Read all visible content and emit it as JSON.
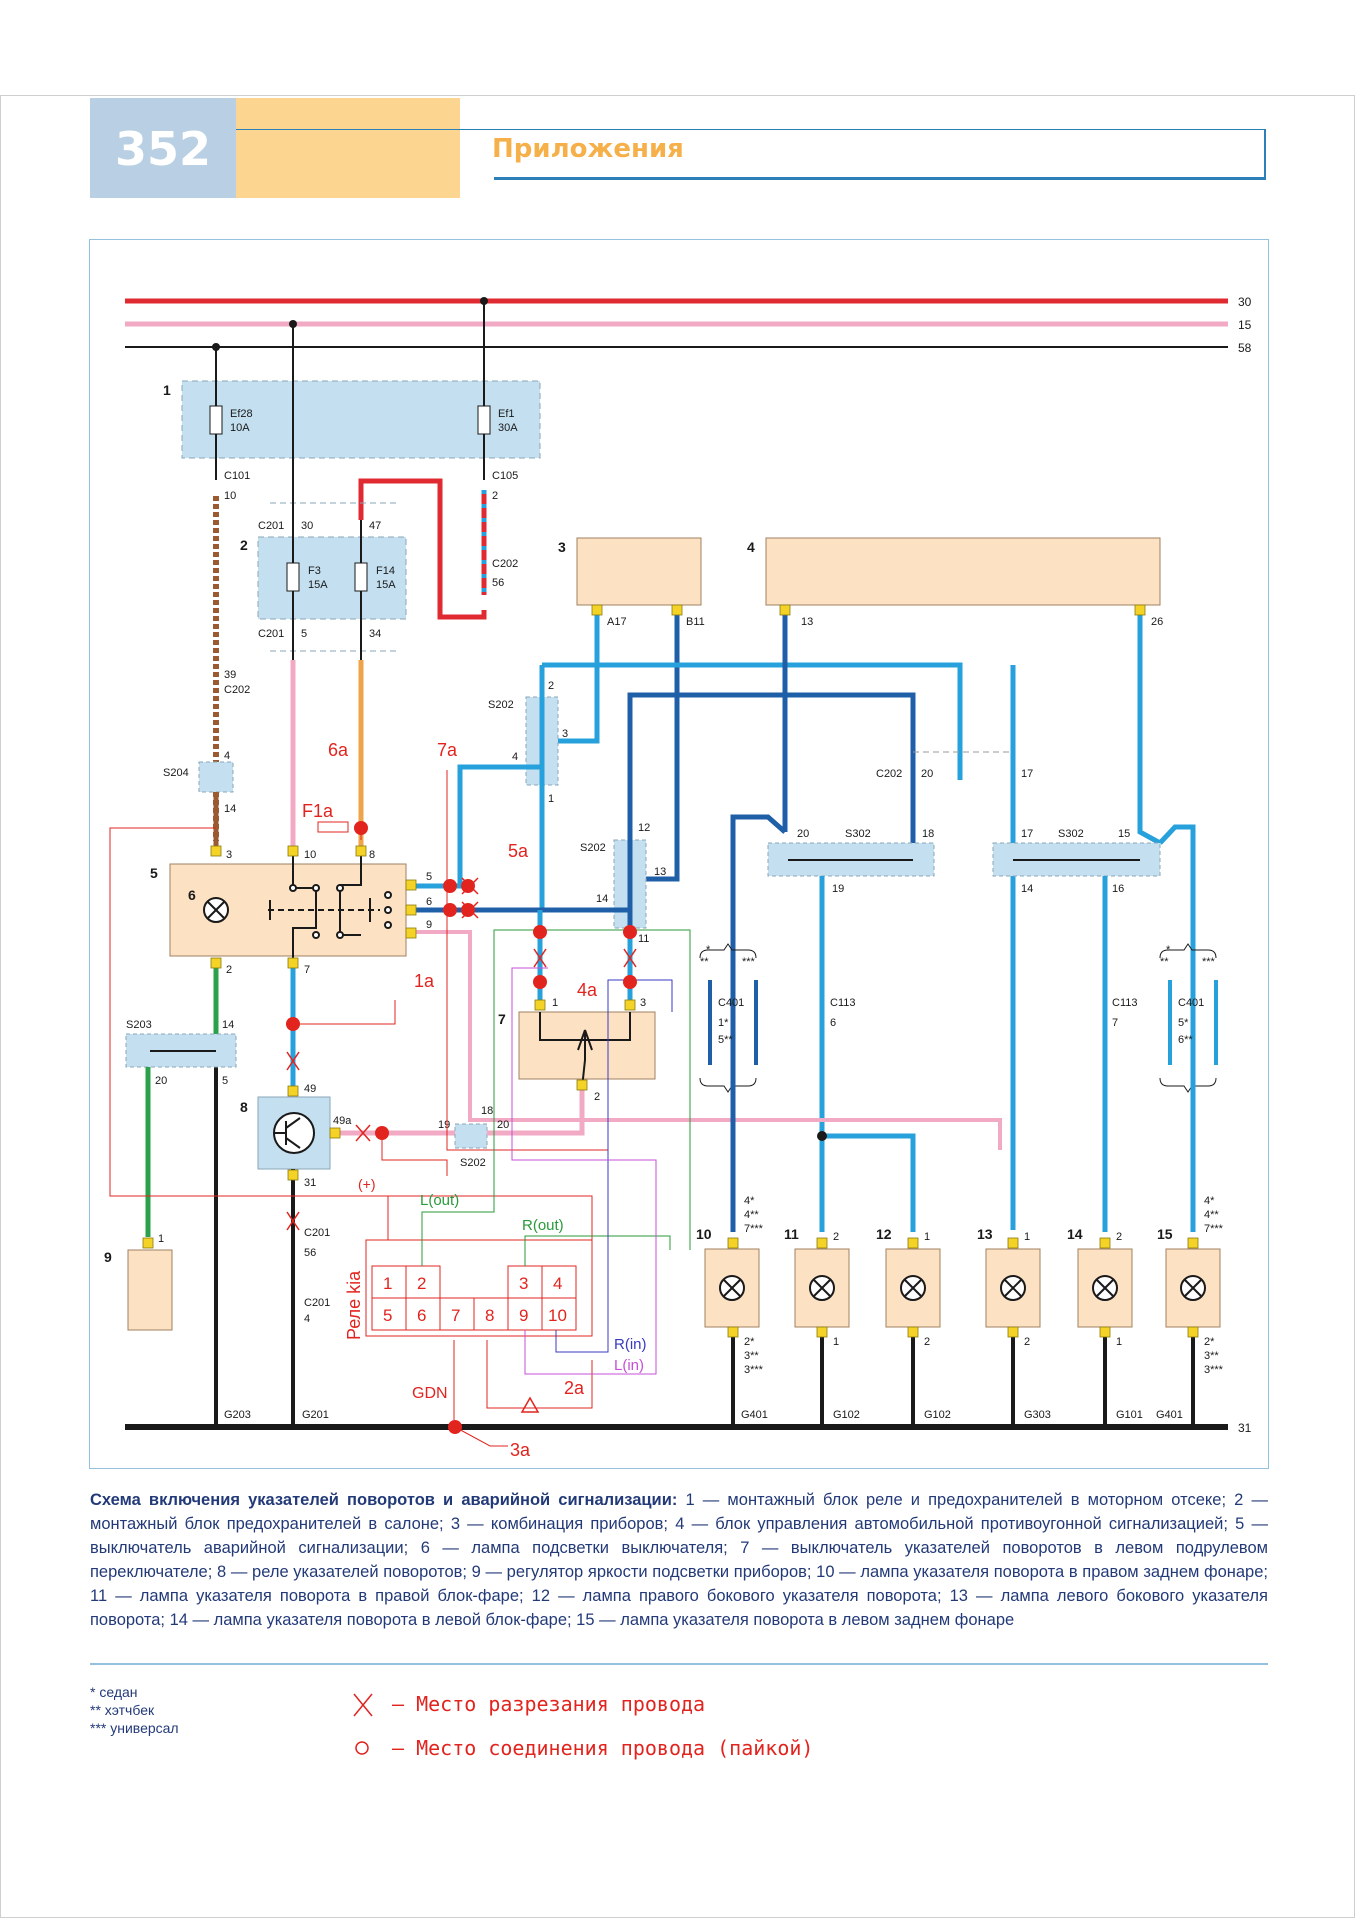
{
  "header": {
    "page_number": "352",
    "section_title": "Приложения"
  },
  "bus_labels": [
    "30",
    "15",
    "58",
    "31"
  ],
  "colors": {
    "bus_30": "#e02a32",
    "bus_15": "#f2a9c4",
    "ground": "#1a1a1a",
    "wire_blue": "#27a1dc",
    "wire_darkblue": "#1f5fa8",
    "wire_pink": "#f2a9c4",
    "wire_brown": "#9a5a32",
    "wire_orange": "#efa34a",
    "wire_green": "#2aa14a",
    "wire_red": "#e02a32",
    "block_fill": "#fde1c3",
    "fuse_block_fill": "#c4e0f0",
    "annotation_red": "#e2241f",
    "annotation_green": "#2a9a3a",
    "annotation_violet": "#c74fd8",
    "annotation_indigo": "#3a3ac0"
  },
  "components": {
    "c1": {
      "number": "1",
      "fuse_a_id": "Ef28",
      "fuse_a_rating": "10A",
      "fuse_b_id": "Ef1",
      "fuse_b_rating": "30A"
    },
    "c2": {
      "number": "2",
      "fuse_a_id": "F3",
      "fuse_a_rating": "15A",
      "fuse_b_id": "F14",
      "fuse_b_rating": "15A"
    },
    "c3": {
      "number": "3",
      "pin_a": "A17",
      "pin_b": "B11"
    },
    "c4": {
      "number": "4",
      "pin_a": "13",
      "pin_b": "26"
    },
    "c5": {
      "number": "5",
      "pin_3": "3",
      "pin_10": "10",
      "pin_8": "8",
      "pin_5": "5",
      "pin_6": "6",
      "pin_9": "9",
      "pin_2": "2",
      "pin_7": "7"
    },
    "c6": {
      "number": "6"
    },
    "c7": {
      "number": "7",
      "pin_1": "1",
      "pin_3": "3",
      "pin_2": "2"
    },
    "c8": {
      "number": "8",
      "pin_49": "49",
      "pin_49a": "49a",
      "pin_31": "31"
    },
    "c9": {
      "number": "9",
      "pin": "1"
    }
  },
  "connectors": {
    "c101": "C101",
    "c101_pin": "10",
    "c105": "C105",
    "c105_pin": "2",
    "c201_top": "C201",
    "c201_top_pin": "30",
    "c201_top_pin_b": "47",
    "c202_right": "C202",
    "c202_right_pin": "56",
    "c201_bot": "C201",
    "c201_bot_pin_a": "5",
    "c201_bot_pin_b": "34",
    "c202_left_pin": "39",
    "c202_left": "C202",
    "s204": "S204",
    "s204_pin_top": "4",
    "s204_pin_bot": "14",
    "s202_a": "S202",
    "s202_a_p2": "2",
    "s202_a_p3": "3",
    "s202_a_p4": "4",
    "s202_a_p1": "1",
    "s202_b": "S202",
    "s202_b_p12": "12",
    "s202_b_p13": "13",
    "s202_b_p14": "14",
    "s202_b_p11": "11",
    "s202_c": "S202",
    "s202_c_p19": "19",
    "s202_c_p18": "18",
    "s202_c_p20": "20",
    "s203": "S203",
    "s203_p14": "14",
    "s203_p20": "20",
    "s203_p5": "5",
    "c202_mid": "C202",
    "c202_mid_pin": "20",
    "c202_mid_pin_b": "17",
    "s302_a": "S302",
    "s302_a_p20": "20",
    "s302_a_p18": "18",
    "s302_a_p19": "19",
    "s302_b": "S302",
    "s302_b_p17": "17",
    "s302_b_p15": "15",
    "s302_b_p14": "14",
    "s302_b_p16": "16",
    "c113_a": "C113",
    "c113_a_pin": "6",
    "c113_b": "C113",
    "c113_b_pin": "7",
    "c401_a": "C401",
    "c401_a_p1": "1*",
    "c401_a_p2": "5**",
    "c401_b": "C401",
    "c401_b_p1": "5*",
    "c401_b_p2": "6**",
    "c201_gnd": "C201",
    "c201_gnd_pin_a": "56",
    "c201_gnd_b": "C201",
    "c201_gnd_pin_b": "4",
    "star_1": "*",
    "star_2": "**",
    "star_3": "***"
  },
  "lamps": [
    {
      "number": "10",
      "top_pins": "4*\n4**\n7***",
      "bottom_pins": "2*\n3**\n3***",
      "ground": "G401"
    },
    {
      "number": "11",
      "top_pin": "2",
      "bottom_pin": "1",
      "ground": "G102"
    },
    {
      "number": "12",
      "top_pin": "1",
      "bottom_pin": "2",
      "ground": "G102"
    },
    {
      "number": "13",
      "top_pin": "1",
      "bottom_pin": "2",
      "ground": "G303"
    },
    {
      "number": "14",
      "top_pin": "2",
      "bottom_pin": "1",
      "ground": "G101"
    },
    {
      "number": "15",
      "top_pins": "4*\n4**\n7***",
      "bottom_pins": "2*\n3**\n3***",
      "ground": "G401"
    }
  ],
  "grounds": {
    "g203": "G203",
    "g201": "G201"
  },
  "annotations": {
    "a6a": "6а",
    "a7a": "7а",
    "f1a": "F1a",
    "a5a": "5а",
    "a1a": "1а",
    "a4a": "4а",
    "plus": "(+)",
    "l_out": "L(out)",
    "r_out": "R(out)",
    "r_in": "R(in)",
    "l_in": "L(in)",
    "gdn": "GDN",
    "a2a": "2а",
    "a3a": "3а",
    "relay_label": "Реле kia",
    "relay_pins_top": [
      "1",
      "2",
      "",
      "",
      "3",
      "4"
    ],
    "relay_pins_bot": [
      "5",
      "6",
      "7",
      "8",
      "9",
      "10"
    ]
  },
  "caption": {
    "title": "Схема включения указателей поворотов и аварийной сигнализации:",
    "body": "1 — монтажный блок реле и предохранителей в моторном отсеке; 2 — монтажный блок предохранителей в салоне; 3 — комбинация приборов; 4 — блок управления автомобильной противоугонной сигнализацией; 5 — выключатель аварийной сигнализации; 6 — лампа подсветки выключателя; 7 — выключатель указателей поворотов в левом подрулевом переключателе; 8 — реле указателей поворотов; 9 — регулятор яркости подсветки приборов; 10 — лампа указателя поворота в правом заднем фонаре; 11 — лампа указателя поворота в правой блок-фаре; 12 — лампа правого бокового указателя поворота; 13 — лампа левого бокового указателя поворота; 14 — лампа указателя поворота в левой блок-фаре; 15 — лампа указателя поворота в левом заднем фонаре"
  },
  "footnotes": [
    "* седан",
    "** хэтчбек",
    "*** универсал"
  ],
  "legend": [
    {
      "symbol": "cross",
      "text": "– Место разрезания провода"
    },
    {
      "symbol": "circle",
      "text": "– Место соединения провода (пайкой)"
    }
  ]
}
